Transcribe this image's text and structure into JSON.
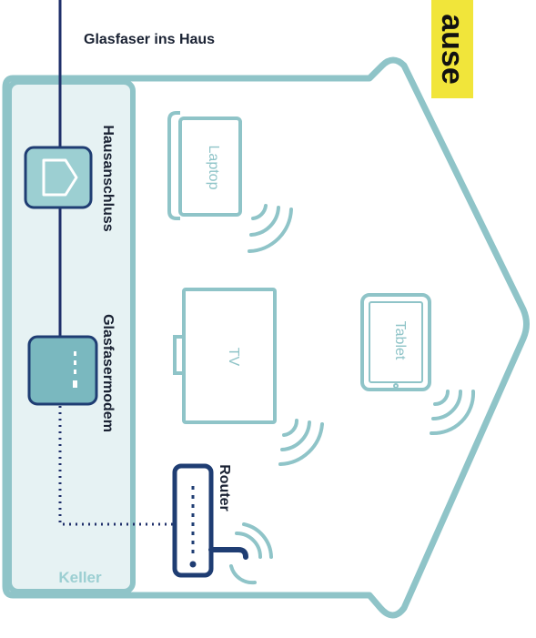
{
  "diagram": {
    "title": "Glasfaser ins Haus",
    "badge": "ause",
    "labels": {
      "hausanschluss": "Hausanschluss",
      "glasfasermodem": "Glasfasermodem",
      "router": "Router",
      "keller": "Keller",
      "laptop": "Laptop",
      "tv": "TV",
      "tablet": "Tablet"
    },
    "colors": {
      "house_outline": "#8fc4c8",
      "house_fill": "#ffffff",
      "keller_fill": "#e6f2f3",
      "fiber_line": "#1f2f6a",
      "device_outline": "#8fc4c8",
      "device_dark": "#1f3d73",
      "device_light": "#b9dde0",
      "badge_bg": "#f1e53a",
      "text_dark": "#1a2233",
      "text_light": "#9ccfd2"
    },
    "icons": [
      "house-icon",
      "modem-icon",
      "router-icon",
      "laptop-icon",
      "tv-icon",
      "tablet-icon",
      "wifi-waves-icon"
    ]
  }
}
